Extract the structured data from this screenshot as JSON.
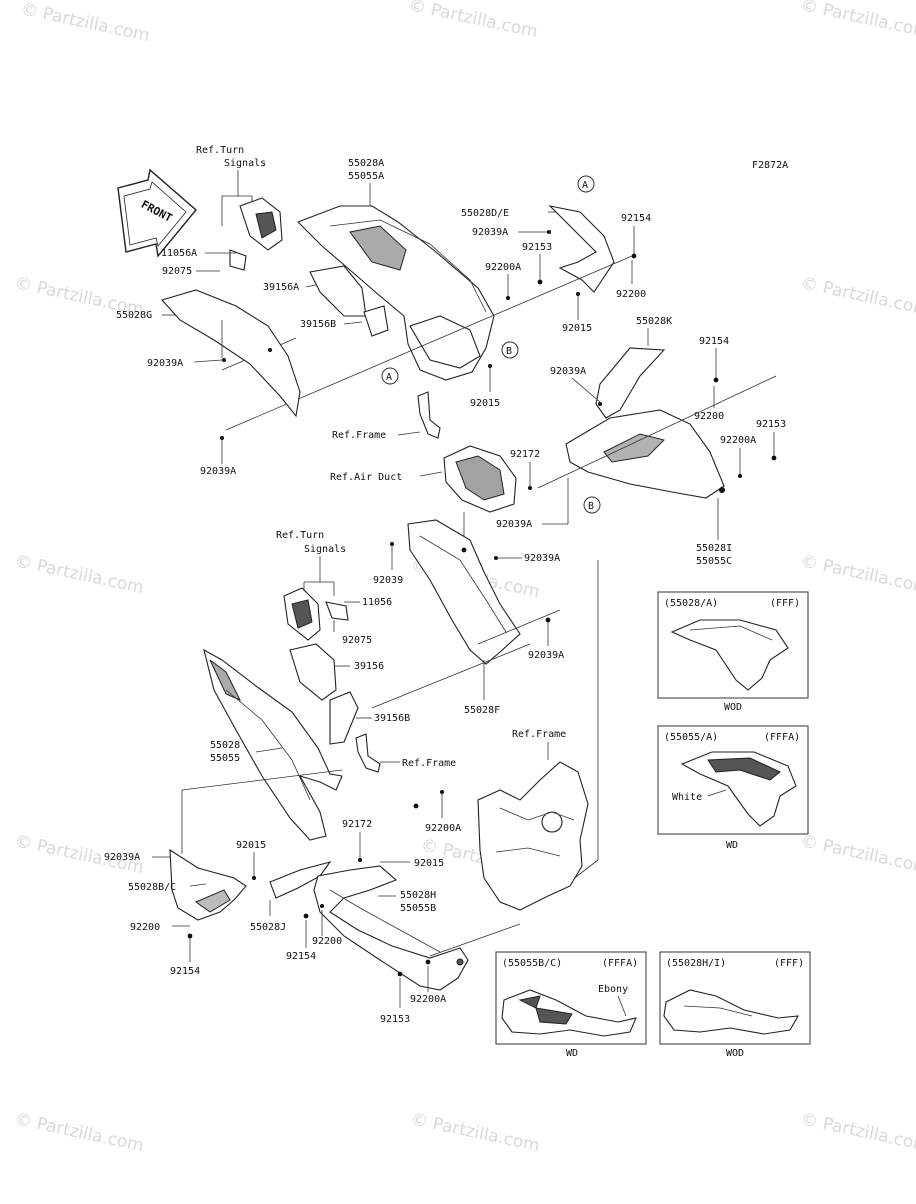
{
  "diagram_code": "F2872A",
  "watermark": "© Partzilla.com",
  "front_arrow": "FRONT",
  "callouts": {
    "a": "A",
    "b": "B"
  },
  "refs": {
    "turn_signals_top": [
      "Ref.Turn",
      "Signals"
    ],
    "turn_signals_mid": [
      "Ref.Turn",
      "Signals"
    ],
    "frame_top": "Ref.Frame",
    "air_duct": "Ref.Air Duct",
    "frame_mid": "Ref.Frame",
    "frame_bottom": "Ref.Frame"
  },
  "part_labels": {
    "p55028A": "55028A",
    "p55055A": "55055A",
    "p11056A": "11056A",
    "p92075_top": "92075",
    "p55028G": "55028G",
    "p92039A_left": "92039A",
    "p92039A_leftlow": "92039A",
    "p39156A": "39156A",
    "p39156B_top": "39156B",
    "p55028DE": "55028D/E",
    "p92039A_de": "92039A",
    "p92153_top": "92153",
    "p92154_top": "92154",
    "p92200A_top": "92200A",
    "p92200_top": "92200",
    "p92015_top": "92015",
    "p92015_b": "92015",
    "p55028K": "55028K",
    "p92154_k": "92154",
    "p92039A_k": "92039A",
    "p92200_k": "92200",
    "p92153_k": "92153",
    "p92200A_k": "92200A",
    "p92172_top": "92172",
    "p92039A_duct": "92039A",
    "p55028I": "55028I",
    "p55055C": "55055C",
    "p11056": "11056",
    "p92075_mid": "92075",
    "p92039_mid": "92039",
    "p92039A_mid": "92039A",
    "p92039A_f": "92039A",
    "p55028F": "55028F",
    "p39156": "39156",
    "p39156B_mid": "39156B",
    "p55028": "55028",
    "p55055": "55055",
    "p92039A_low": "92039A",
    "p92015_low": "92015",
    "p92172_low": "92172",
    "p92200A_low": "92200A",
    "p92015_low2": "92015",
    "p55028BC": "55028B/C",
    "p92200_low": "92200",
    "p92154_low": "92154",
    "p55028J": "55028J",
    "p92200_j": "92200",
    "p92154_j": "92154",
    "p55028H": "55028H",
    "p55055B": "55055B",
    "p92153_low": "92153",
    "p92200A_bot": "92200A"
  },
  "color_boxes": [
    {
      "title": "(55028/A)",
      "code": "(FFF)",
      "caption": "WOD",
      "note": ""
    },
    {
      "title": "(55055/A)",
      "code": "(FFFA)",
      "caption": "WD",
      "note": "White"
    },
    {
      "title": "(55055B/C)",
      "code": "(FFFA)",
      "caption": "WD",
      "note": "Ebony"
    },
    {
      "title": "(55028H/I)",
      "code": "(FFF)",
      "caption": "WOD",
      "note": ""
    }
  ]
}
